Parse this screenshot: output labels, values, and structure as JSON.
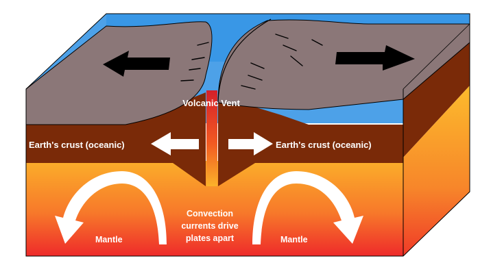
{
  "labels": {
    "vent": "Volcanic Vent",
    "crust_left": "Earth's crust (oceanic)",
    "crust_right": "Earth's crust (oceanic)",
    "mantle_left": "Mantle",
    "mantle_right": "Mantle",
    "convection_line1": "Convection",
    "convection_line2": "currents drive",
    "convection_line3": "plates apart"
  },
  "colors": {
    "ocean": "#3a97e6",
    "plate_top": "#8b7778",
    "crust": "#7a2a08",
    "mantle_top": "#fbae2a",
    "mantle_bottom": "#ee2a2a",
    "magma": "#f04020",
    "arrow_black": "#000000",
    "arrow_white": "#ffffff"
  },
  "icons": {
    "left_plate_motion": "arrow-left-icon",
    "right_plate_motion": "arrow-right-icon",
    "convection_left": "curved-arrow-down-left-icon",
    "convection_right": "curved-arrow-down-right-icon"
  }
}
